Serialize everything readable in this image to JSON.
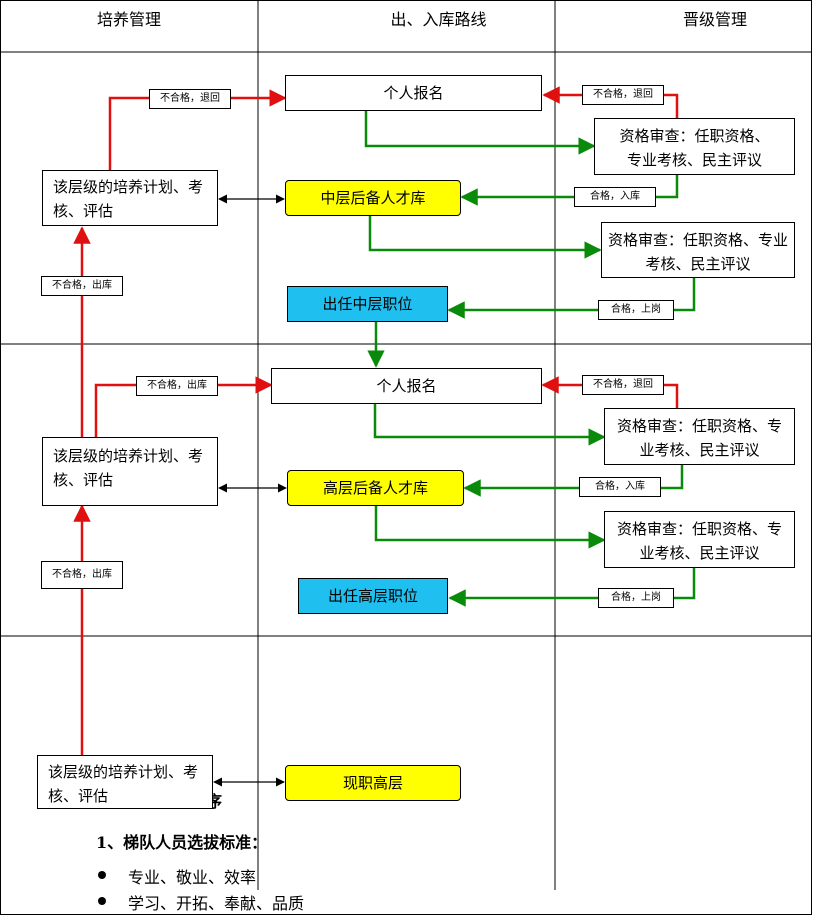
{
  "columns": [
    "培养管理",
    "出、入库路线",
    "晋级管理"
  ],
  "training_plan": "该层级的培养计划、考核、评估",
  "tags": {
    "fail_return": "不合格，退回",
    "fail_out": "不合格，出库",
    "pass_in": "合格，入库",
    "pass_post": "合格，上岗"
  },
  "route": {
    "sign_up": "个人报名",
    "mid_pool": "中层后备人才库",
    "mid_post": "出任中层职位",
    "high_pool": "高层后备人才库",
    "high_post": "出任高层职位",
    "current_high": "现职高层"
  },
  "review": {
    "text": "资格审查：任职资格、专业考核、民主评议"
  },
  "colors": {
    "red": "#e01010",
    "green": "#0a8a0a",
    "yellow": "#ffff00",
    "cyan": "#1fbfef"
  },
  "below": {
    "partial": "序",
    "heading": "1、梯队人员选拔标准：",
    "bullets": [
      "专业、敬业、效率",
      "学习、开拓、奉献、品质"
    ]
  }
}
